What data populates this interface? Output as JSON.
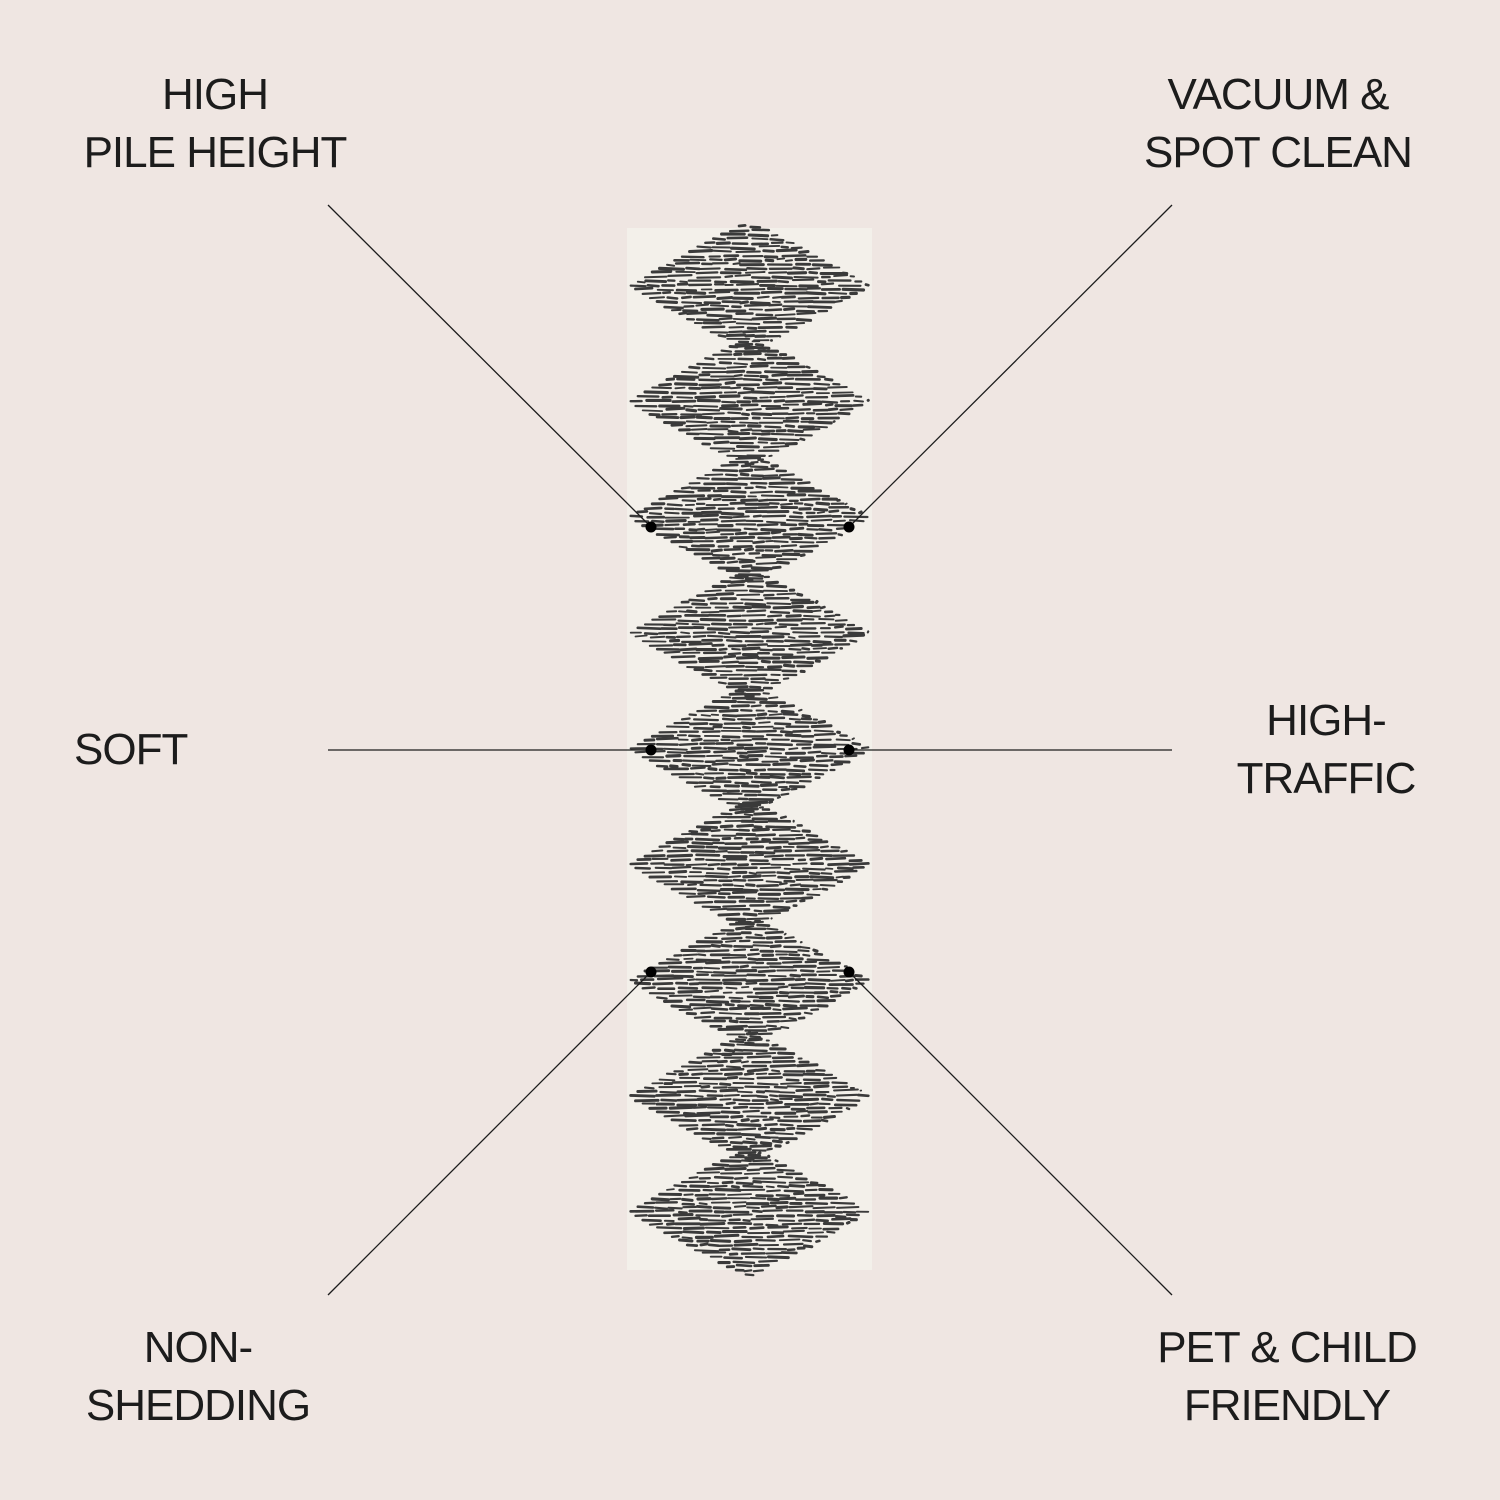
{
  "features": {
    "top_left": [
      "HIGH",
      "PILE HEIGHT"
    ],
    "top_right": [
      "VACUUM &",
      "SPOT CLEAN"
    ],
    "middle_left": [
      "SOFT"
    ],
    "middle_right": [
      "HIGH-",
      "TRAFFIC"
    ],
    "bottom_left": [
      "NON-",
      "SHEDDING"
    ],
    "bottom_right": [
      "PET & CHILD",
      "FRIENDLY"
    ]
  },
  "colors": {
    "background": "#efe6e2",
    "rug_base": "#f3f0ea",
    "rug_pattern": "#3a3a3a",
    "line": "#1c1c1c"
  },
  "rug": {
    "pattern": "stacked-diamonds",
    "diamond_count": 9
  }
}
